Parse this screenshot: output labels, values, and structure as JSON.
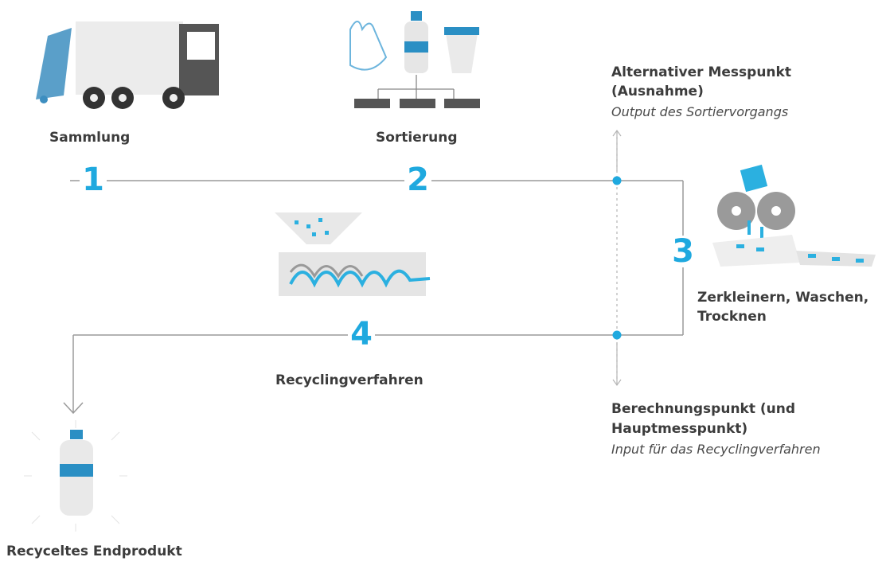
{
  "steps": {
    "collection": {
      "number": "1",
      "label": "Sammlung"
    },
    "sorting": {
      "number": "2",
      "label": "Sortierung"
    },
    "shredding": {
      "number": "3",
      "label_line1": "Zerkleinern, Waschen,",
      "label_line2": "Trocknen"
    },
    "recycling": {
      "number": "4",
      "label": "Recyclingverfahren"
    }
  },
  "alt_point": {
    "title_line1": "Alternativer Messpunkt",
    "title_line2": "(Ausnahme)",
    "subtitle": "Output des Sortiervorgangs"
  },
  "calc_point": {
    "title_line1": "Berechnungspunkt (und",
    "title_line2": "Hauptmesspunkt)",
    "subtitle": "Input für das Recyclingverfahren"
  },
  "end_product": {
    "label": "Recyceltes Endprodukt"
  },
  "colors": {
    "accent": "#1fa9df",
    "line": "#9a9a9a",
    "text": "#3c3c3c"
  }
}
